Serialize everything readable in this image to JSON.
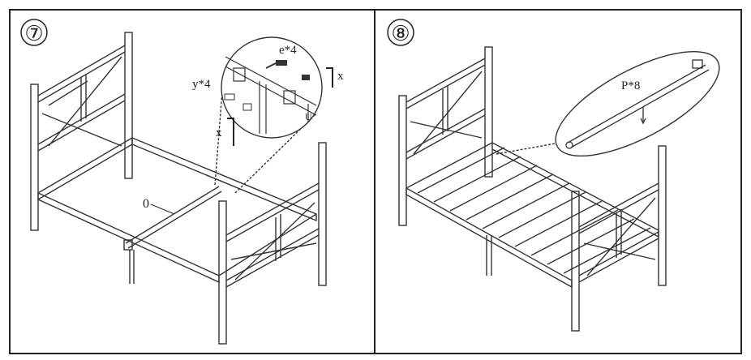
{
  "panels": [
    {
      "step": "⑦",
      "labels": {
        "screw": "e*4",
        "nut": "y*4",
        "wrench_top": "x",
        "wrench_left": "x",
        "small_part": "U",
        "rail": "0"
      }
    },
    {
      "step": "⑧",
      "labels": {
        "slats": "P*8"
      }
    }
  ]
}
